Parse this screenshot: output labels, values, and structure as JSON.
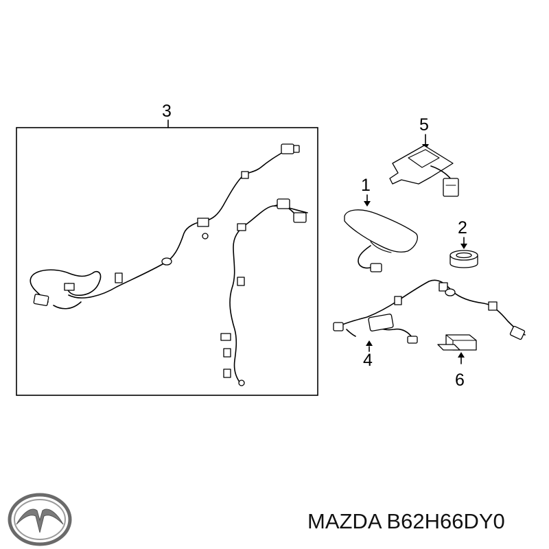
{
  "callouts": [
    "1",
    "2",
    "3",
    "4",
    "5",
    "6"
  ],
  "brand": "MAZDA",
  "part_number": "B62H66DY0",
  "logo_icon": "mazda-logo-icon"
}
